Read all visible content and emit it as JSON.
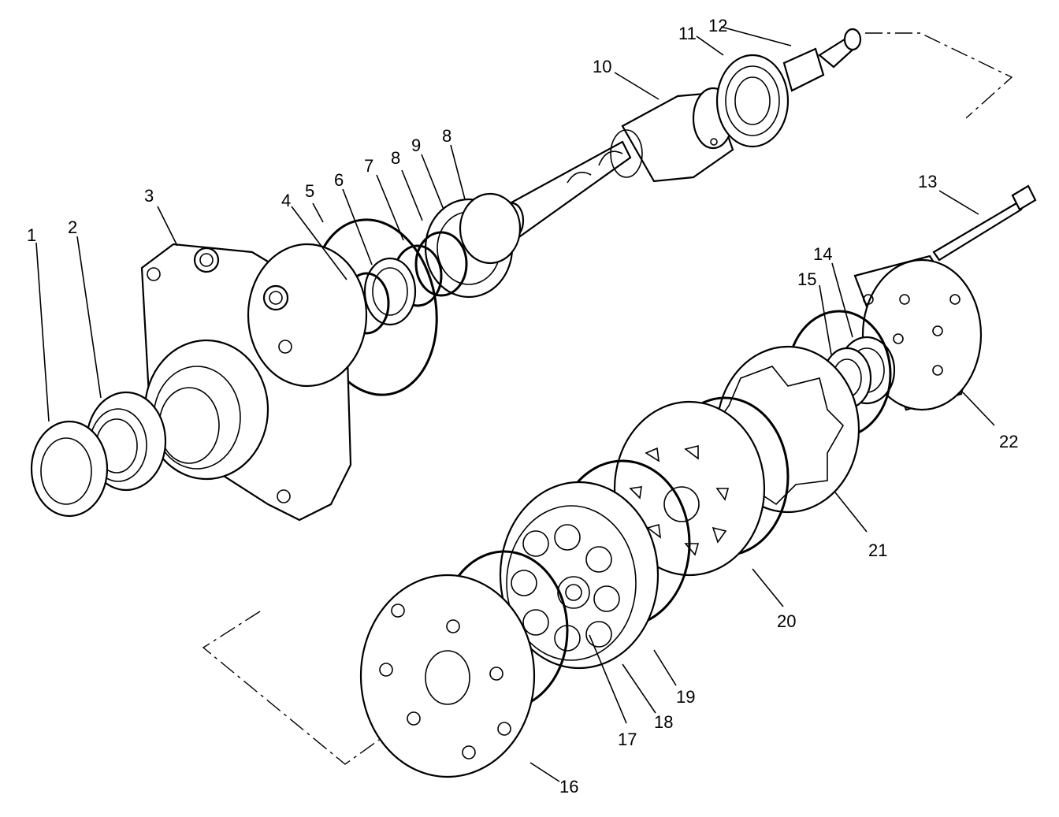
{
  "callouts": [
    "1",
    "2",
    "3",
    "4",
    "5",
    "6",
    "7",
    "8",
    "9",
    "8",
    "10",
    "11",
    "12",
    "13",
    "14",
    "15",
    "16",
    "17",
    "18",
    "19",
    "20",
    "21",
    "22"
  ]
}
